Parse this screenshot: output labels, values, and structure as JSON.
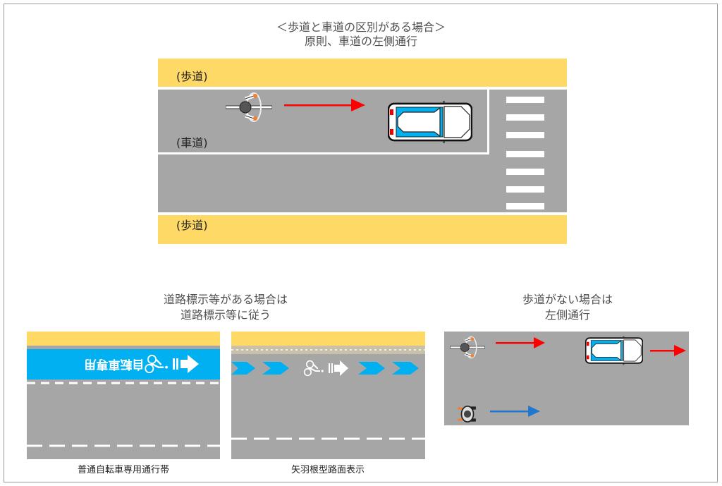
{
  "colors": {
    "sidewalk": "#FFD966",
    "road": "#A6A6A6",
    "lane_blue": "#00B0F0",
    "car_arrow": "#FF0000",
    "pedestrian_arrow": "#1F77D0",
    "text": "#505050"
  },
  "main": {
    "title_line1": "＜歩道と車道の区別がある場合＞",
    "title_line2": "原則、車道の左側通行",
    "sidewalk_top_label": "(歩道)",
    "roadway_label": "(車道)",
    "sidewalk_bottom_label": "(歩道)"
  },
  "markings": {
    "title_line1": "道路標示等がある場合は",
    "title_line2": "道路標示等に従う",
    "lane_text": "自転車専用",
    "panel1_caption": "普通自転車専用通行帯",
    "panel2_caption": "矢羽根型路面表示"
  },
  "no_sidewalk": {
    "title_line1": "歩道がない場合は",
    "title_line2": "左側通行"
  }
}
